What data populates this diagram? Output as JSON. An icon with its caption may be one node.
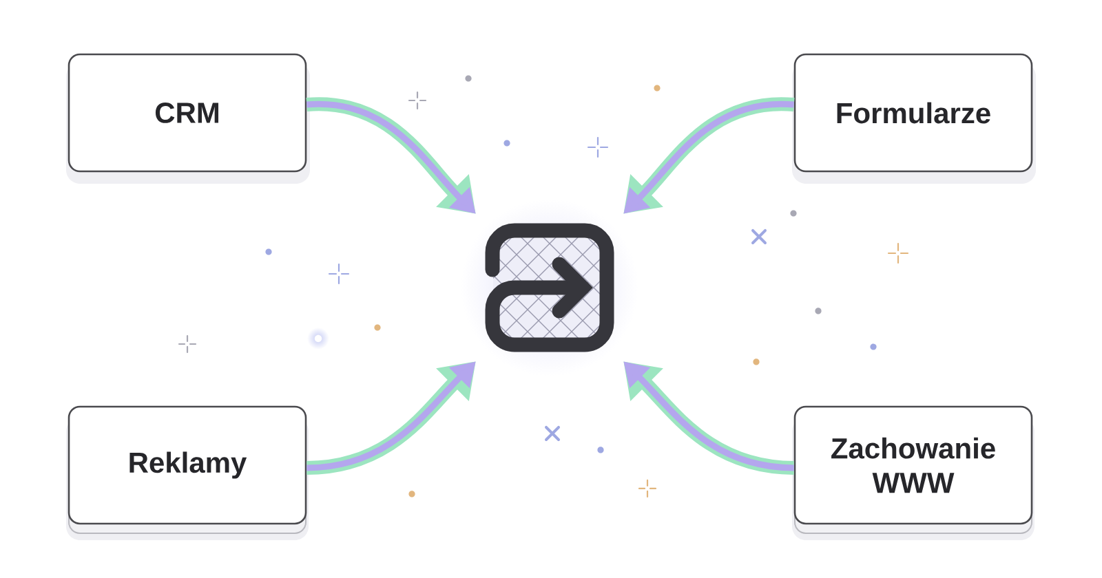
{
  "diagram": {
    "nodes": [
      {
        "text": [
          "CRM"
        ]
      },
      {
        "text": [
          "Formularze"
        ]
      },
      {
        "text": [],
        "shape": "picture"
      },
      {
        "text": [
          "Reklamy"
        ]
      },
      {
        "text": [
          "Zachowanie WWW"
        ]
      }
    ],
    "edges": [
      {
        "from": 0,
        "to": 2,
        "arrow": "to"
      },
      {
        "from": 1,
        "to": 2,
        "arrow": "to"
      },
      {
        "from": 3,
        "to": 2,
        "arrow": "to"
      },
      {
        "from": 4,
        "to": 2,
        "arrow": "to"
      }
    ]
  }
}
